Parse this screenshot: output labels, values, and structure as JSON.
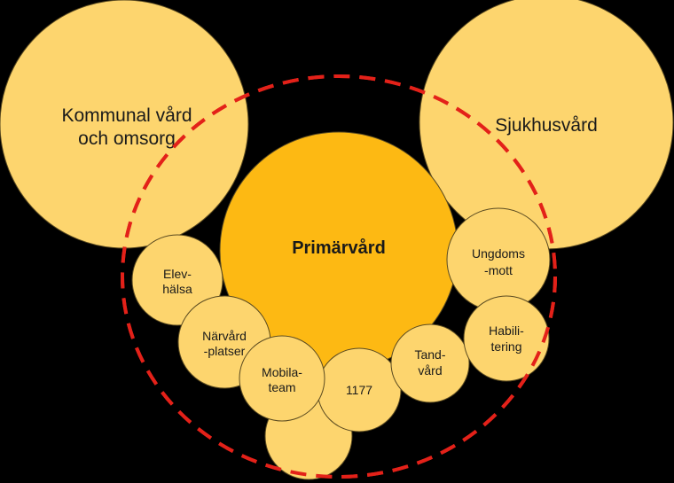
{
  "colors": {
    "background": "#000000",
    "circle_light": "#fdd56e",
    "circle_core": "#fdb913",
    "circle_stroke": "#5a4a20",
    "dashed_ring": "#e32119"
  },
  "nodes": {
    "kommunal": {
      "line1": "Kommunal vård",
      "line2": "och omsorg"
    },
    "sjukhus": {
      "line1": "Sjukhusvård"
    },
    "primar": {
      "line1": "Primärvård"
    },
    "elev": {
      "line1": "Elev-",
      "line2": "hälsa"
    },
    "narvard": {
      "line1": "Närvård",
      "line2": "-platser"
    },
    "mobila": {
      "line1": "Mobila-",
      "line2": "team"
    },
    "n1177": {
      "line1": "1177"
    },
    "tand": {
      "line1": "Tand-",
      "line2": "vård"
    },
    "habil": {
      "line1": "Habili-",
      "line2": "tering"
    },
    "ungdom": {
      "line1": "Ungdoms",
      "line2": "-mott"
    },
    "blank": {}
  }
}
